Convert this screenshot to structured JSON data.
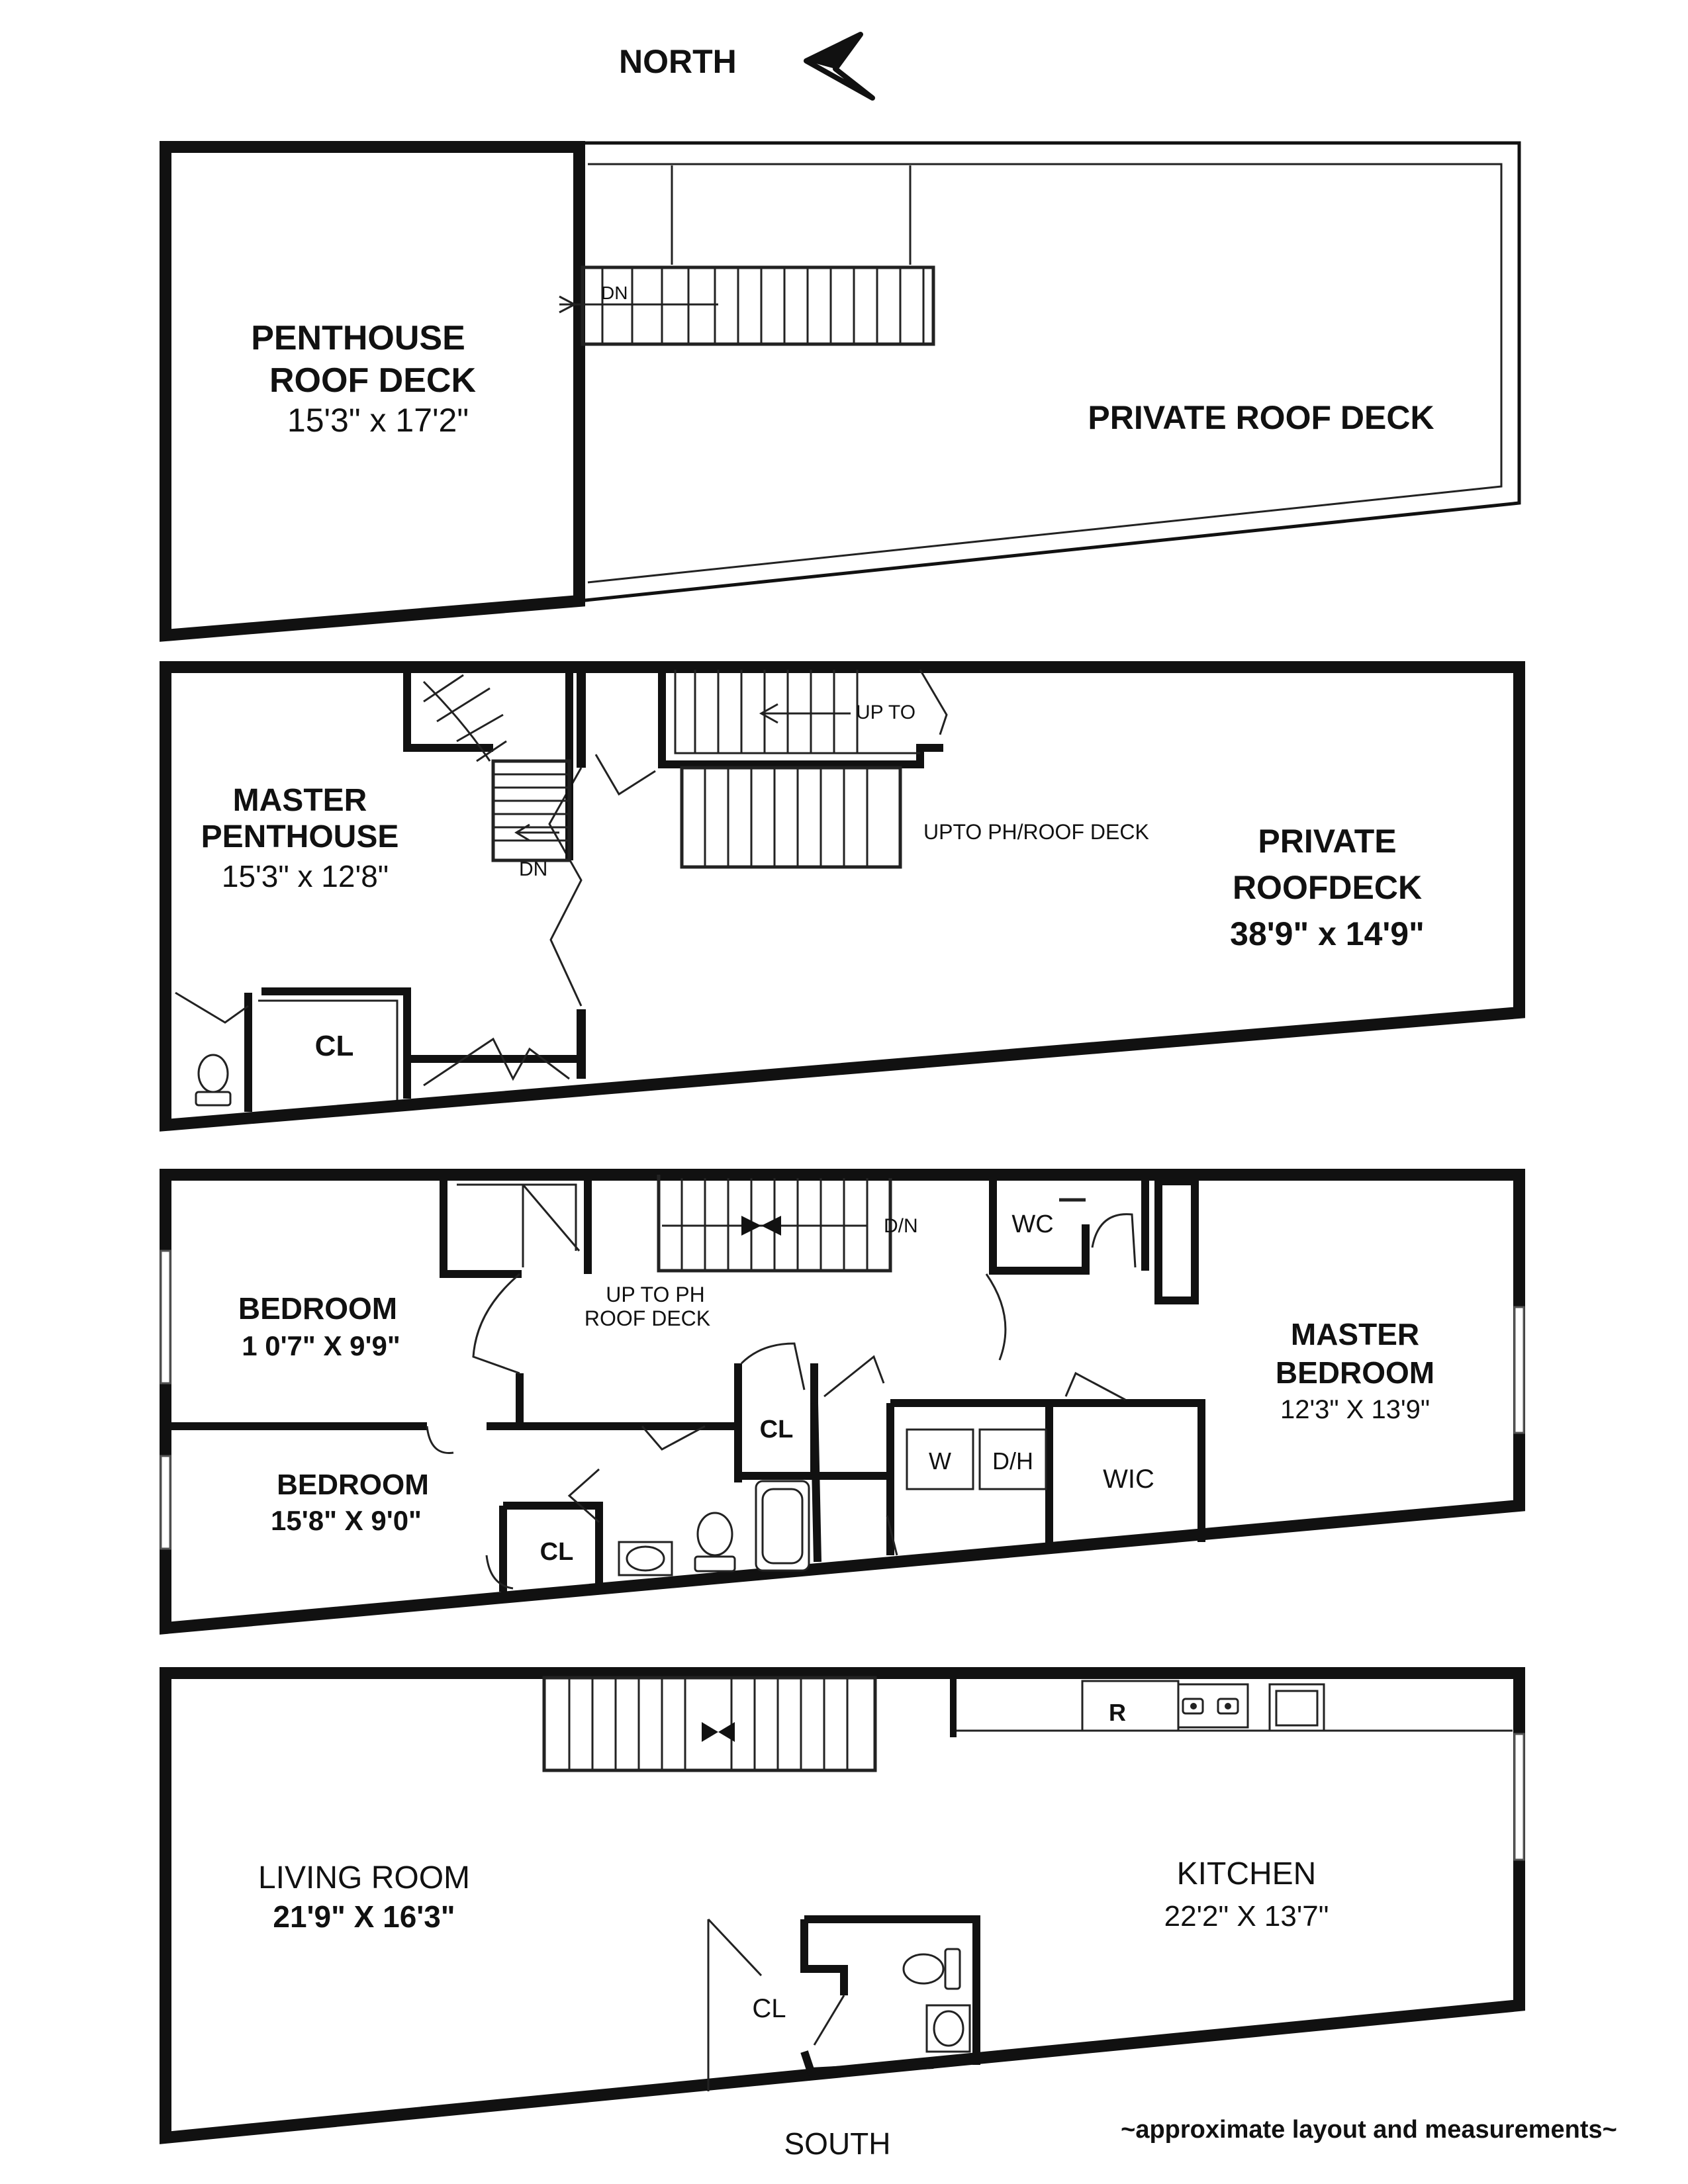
{
  "compass": {
    "north_label": "NORTH",
    "south_label": "SOUTH"
  },
  "roof_level": {
    "penthouse_roof_deck": {
      "name_line1": "PENTHOUSE",
      "name_line2": "ROOF DECK",
      "dims": "15'3\" x 17'2\""
    },
    "private_roof_deck": {
      "name": "PRIVATE ROOF DECK"
    },
    "stair_label": "DN"
  },
  "penthouse_level": {
    "master_penthouse": {
      "name_line1": "MASTER",
      "name_line2": "PENTHOUSE",
      "dims": "15'3\" x 12'8\""
    },
    "private_roofdeck": {
      "name_line1": "PRIVATE",
      "name_line2": "ROOFDECK",
      "dims": "38'9\" x 14'9\""
    },
    "stair_up_to": "UP TO",
    "stair_up_to_ph": "UPTO PH/ROOF DECK",
    "stair_dn": "DN",
    "closet": "CL"
  },
  "bedroom_level": {
    "bedroom_1": {
      "name": "BEDROOM",
      "dims": "1 0'7\" X 9'9\""
    },
    "bedroom_2": {
      "name": "BEDROOM",
      "dims": "15'8\" X 9'0\""
    },
    "master_bedroom": {
      "name_line1": "MASTER",
      "name_line2": "BEDROOM",
      "dims": "12'3\" X 13'9\""
    },
    "stair_up_line1": "UP TO PH",
    "stair_up_line2": "ROOF DECK",
    "stair_dn": "D/N",
    "wc": "WC",
    "closet_a": "CL",
    "closet_b": "CL",
    "washer": "W",
    "dryer": "D/H",
    "wic": "WIC"
  },
  "ground_level": {
    "living_room": {
      "name": "LIVING ROOM",
      "dims": "21'9\" X 16'3\""
    },
    "kitchen": {
      "name": "KITCHEN",
      "dims": "22'2\" X 13'7\""
    },
    "closet": "CL",
    "refrigerator": "R"
  },
  "footnote": "~approximate layout and measurements~"
}
